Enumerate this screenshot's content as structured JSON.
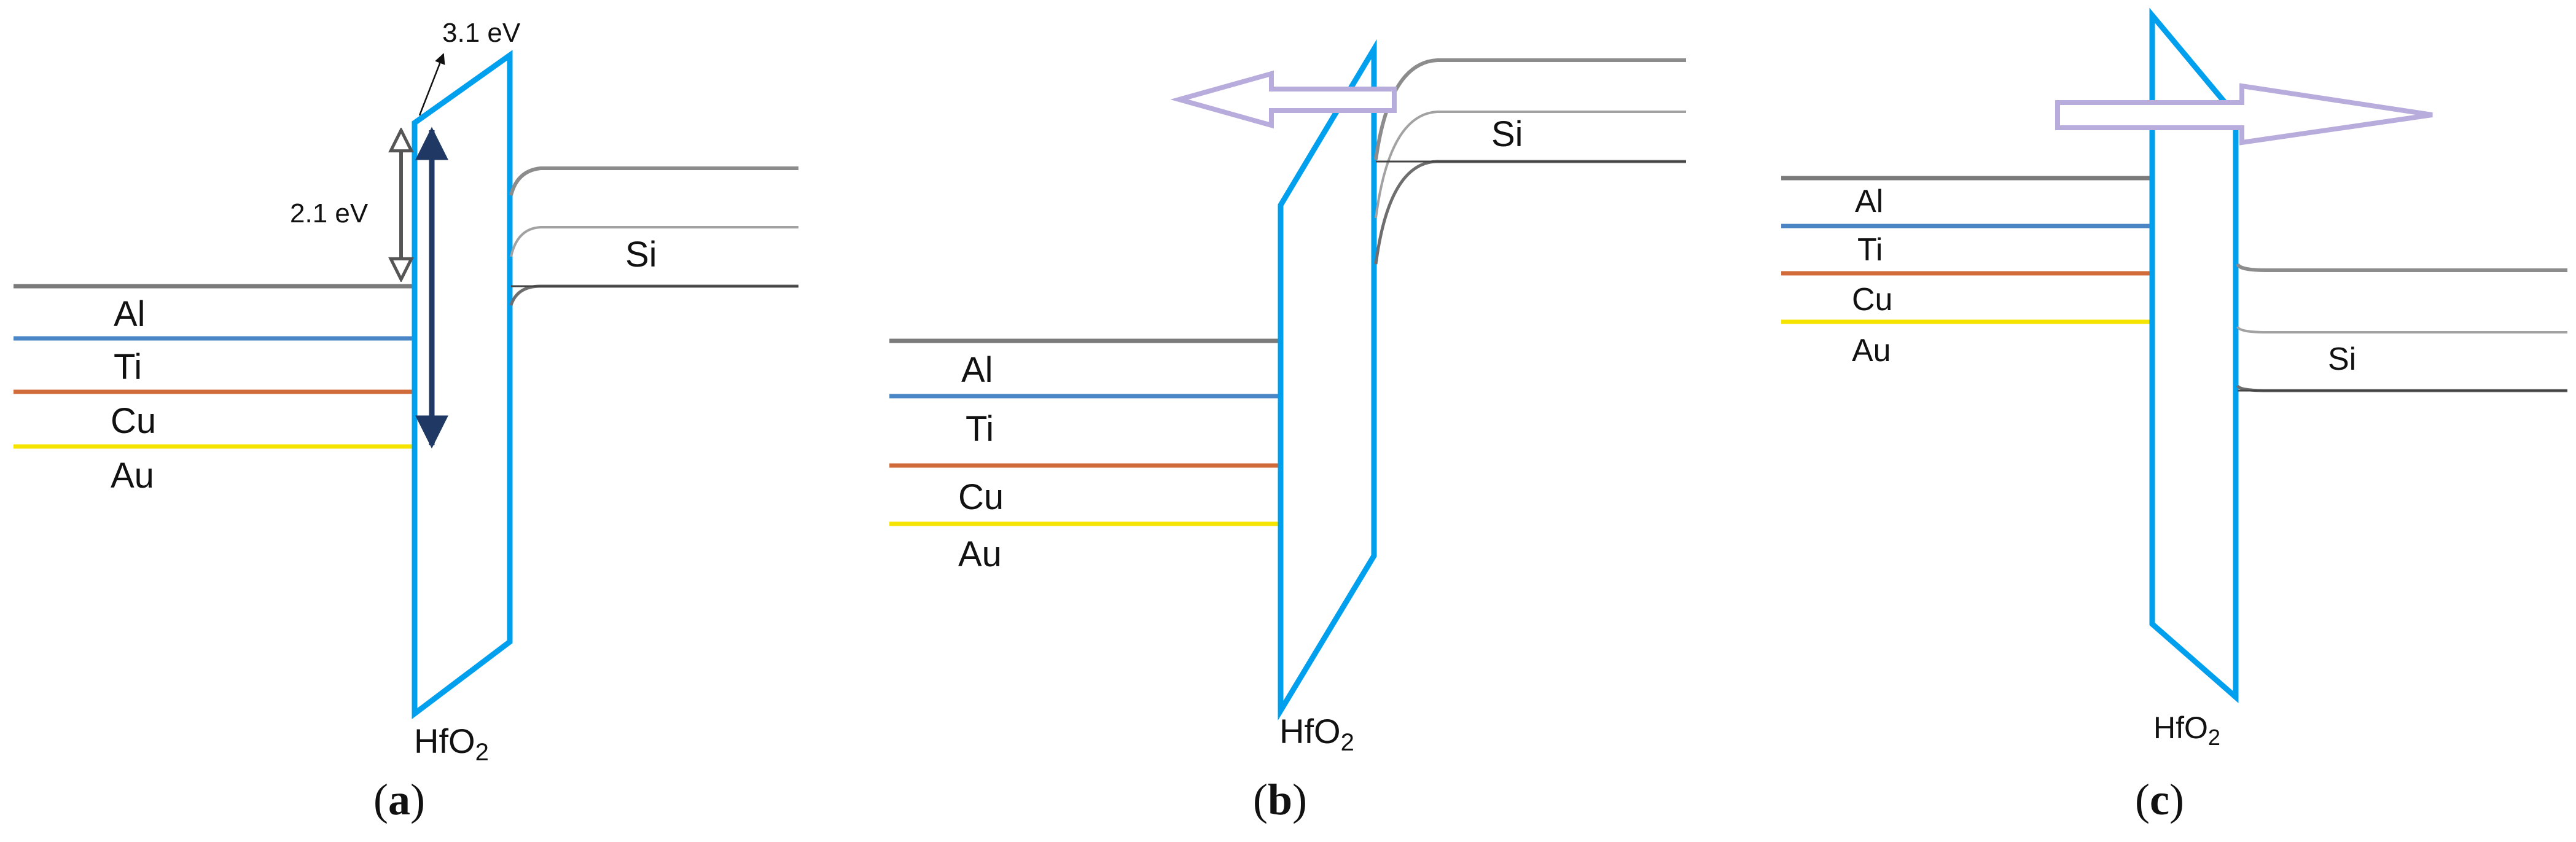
{
  "colors": {
    "Al": "#7a7a7a",
    "Ti": "#4a86c5",
    "Cu": "#d06a38",
    "Au": "#f5e300",
    "oxide": "#00a0ee",
    "si_band": "#8c8c8c",
    "arrow": "#b8acdc",
    "dim_arrow": "#1f3864",
    "text": "#111111"
  },
  "panels": [
    {
      "id": "a",
      "metals": [
        "Al",
        "Ti",
        "Cu",
        "Au"
      ],
      "semiconductor_label": "Si",
      "oxide_label": {
        "main": "HfO",
        "sub": "2"
      },
      "caption": {
        "open": "(",
        "letter": "a",
        "close": ")"
      },
      "annotations": {
        "barrier_top": "3.1 eV",
        "band_offset": "2.1 eV"
      },
      "arrow": "none"
    },
    {
      "id": "b",
      "metals": [
        "Al",
        "Ti",
        "Cu",
        "Au"
      ],
      "semiconductor_label": "Si",
      "oxide_label": {
        "main": "HfO",
        "sub": "2"
      },
      "caption": {
        "open": "(",
        "letter": "b",
        "close": ")"
      },
      "arrow": "left"
    },
    {
      "id": "c",
      "metals": [
        "Al",
        "Ti",
        "Cu",
        "Au"
      ],
      "semiconductor_label": "Si",
      "oxide_label": {
        "main": "HfO",
        "sub": "2"
      },
      "caption": {
        "open": "(",
        "letter": "c",
        "close": ")"
      },
      "arrow": "right"
    }
  ]
}
